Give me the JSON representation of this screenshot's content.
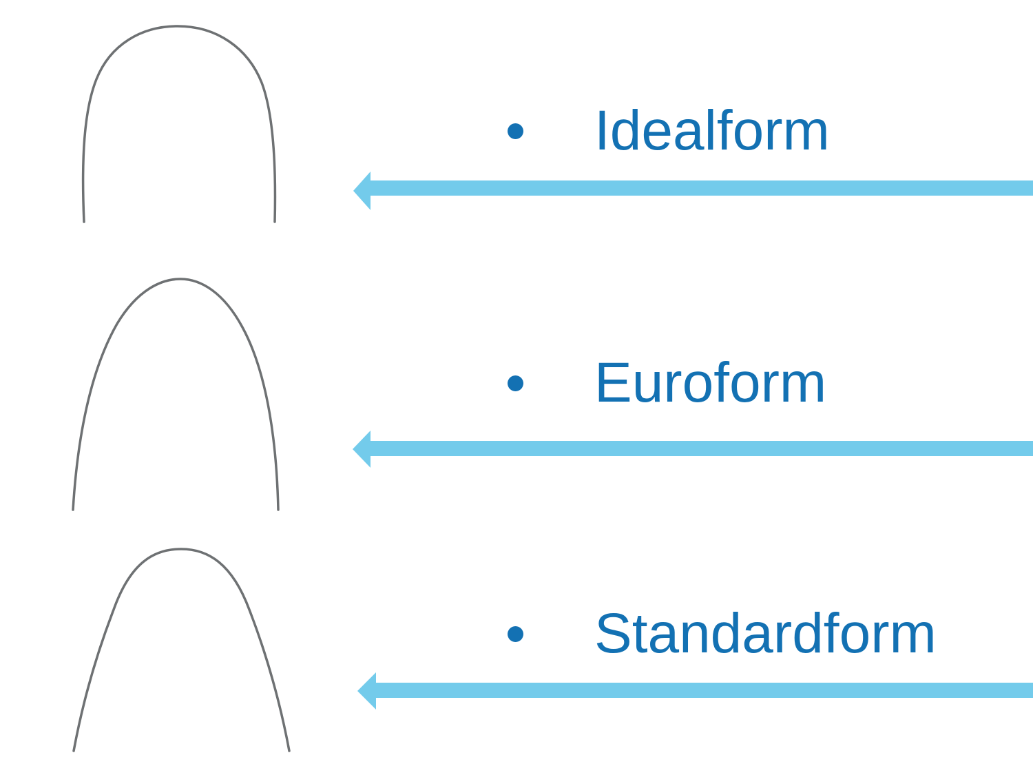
{
  "slide": {
    "background": "#ffffff",
    "colors": {
      "slide_bg": "#ffffff",
      "label_text": "#1371b3",
      "bullet": "#1371b3",
      "arrow": "#73cbeb",
      "wire": "#6e7173"
    },
    "items": [
      {
        "label": "Idealform",
        "bullet_icon": "bullet-dot-icon",
        "drawing_icon": "idealform-archwire-curve",
        "arrow_icon": "left-arrow-icon"
      },
      {
        "label": "Euroform",
        "bullet_icon": "bullet-dot-icon",
        "drawing_icon": "euroform-archwire-curve",
        "arrow_icon": "left-arrow-icon"
      },
      {
        "label": "Standardform",
        "bullet_icon": "bullet-dot-icon",
        "drawing_icon": "standardform-archwire-curve",
        "arrow_icon": "left-arrow-icon"
      }
    ]
  }
}
